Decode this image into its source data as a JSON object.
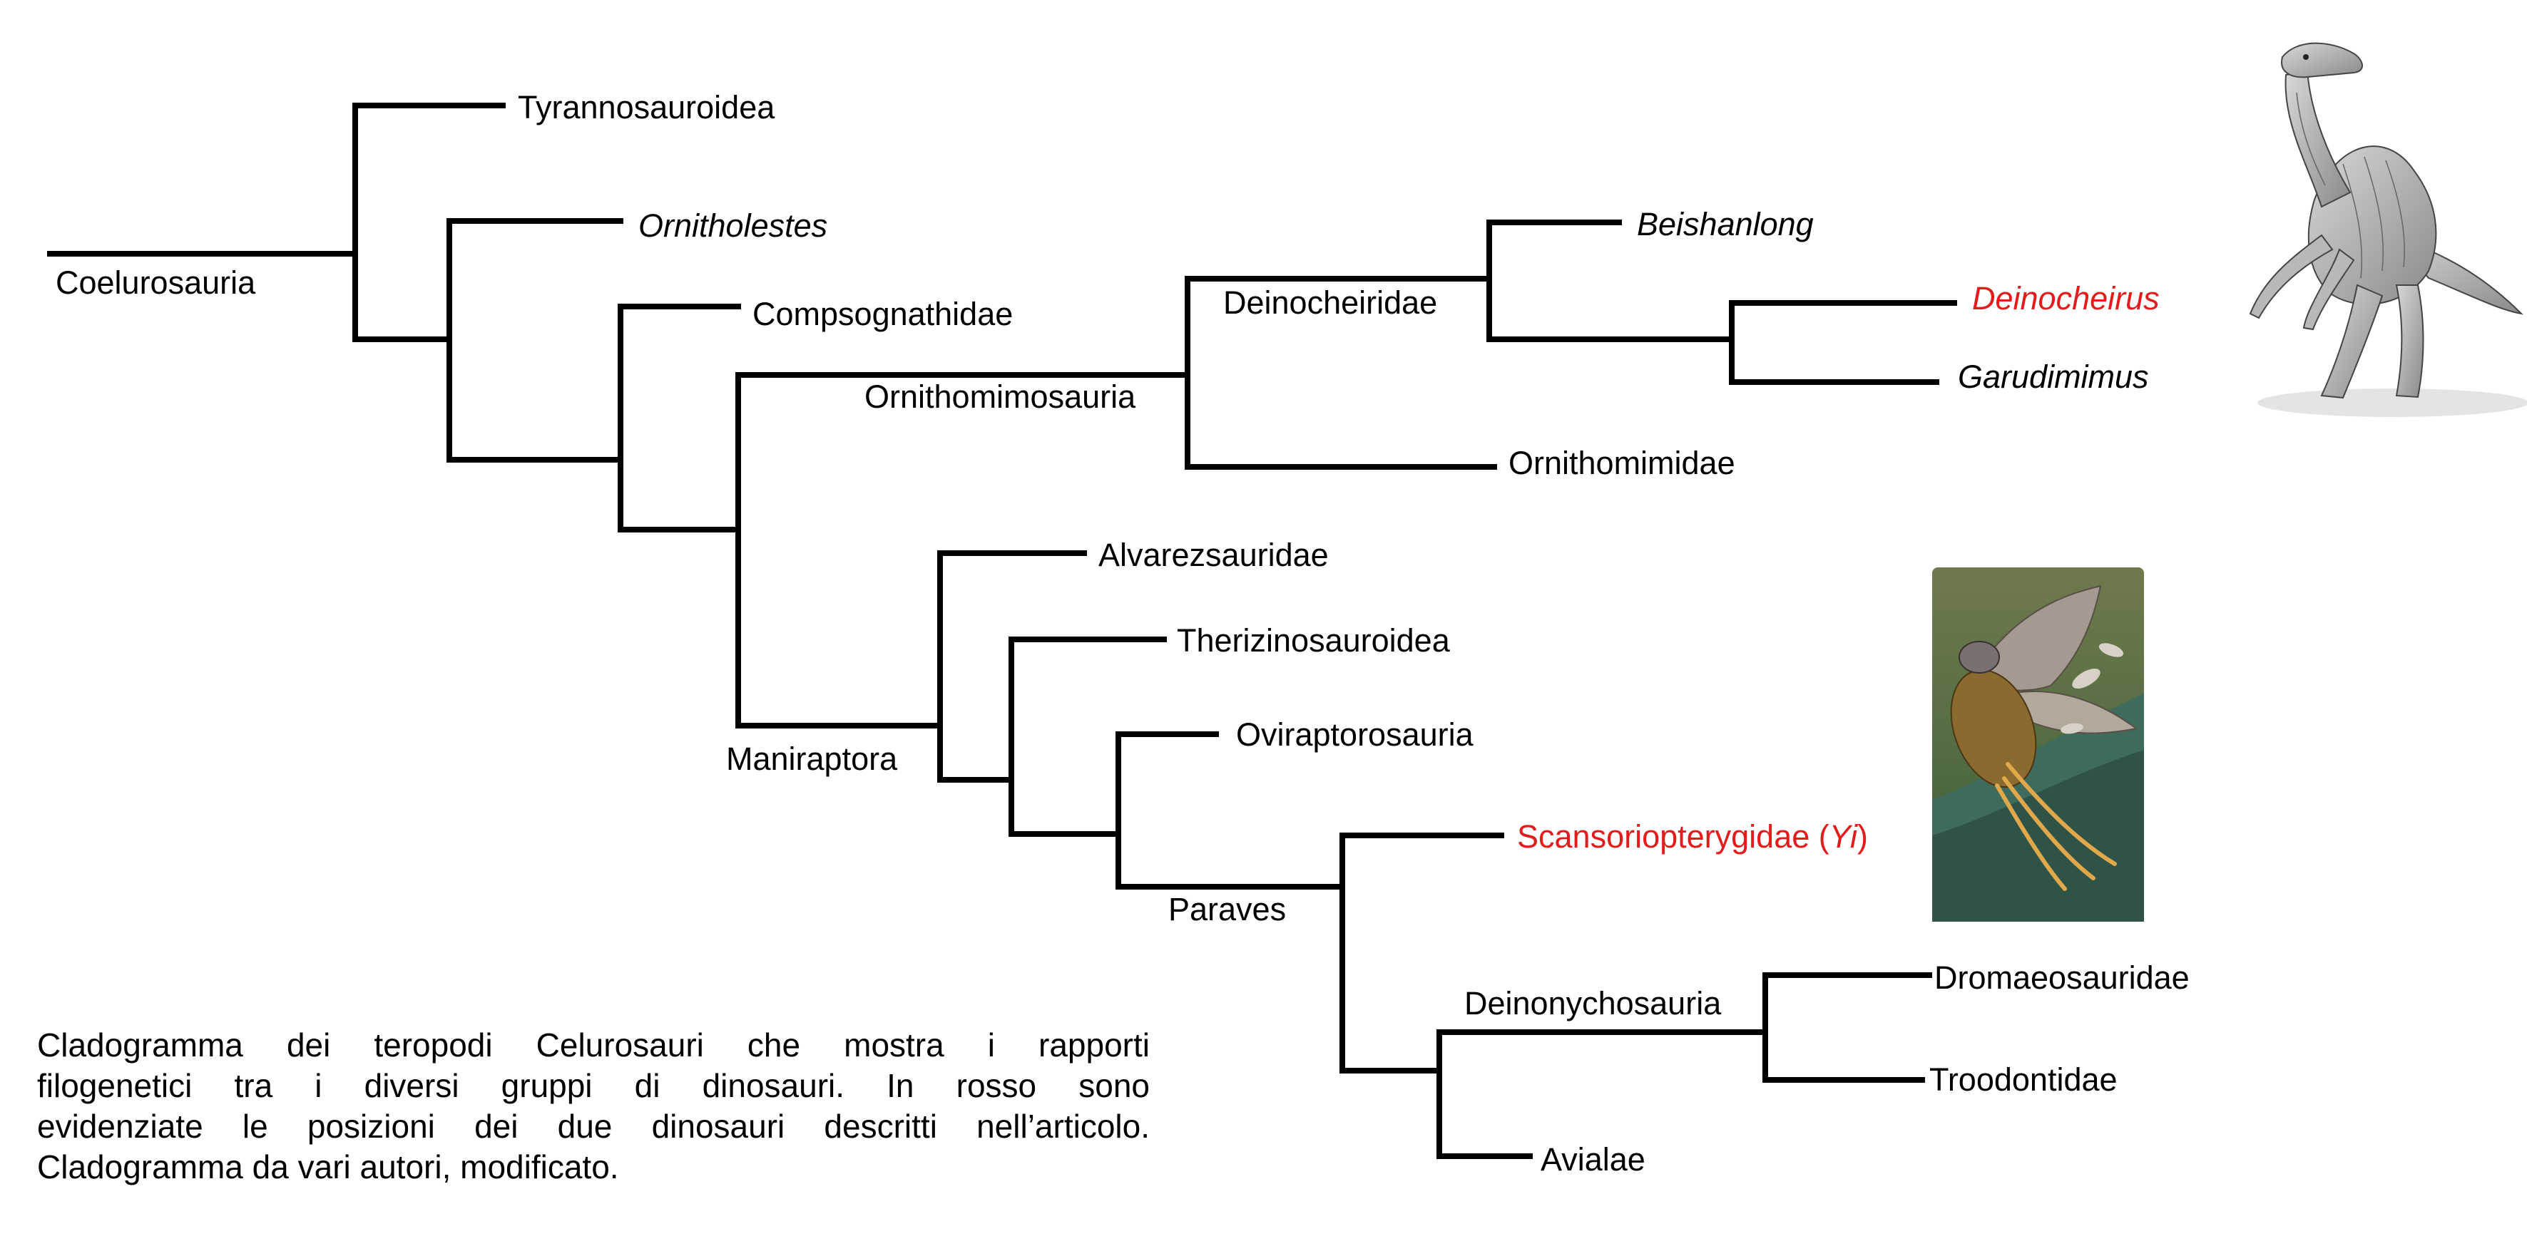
{
  "cladogram": {
    "root": "Coelurosauria",
    "clades": {
      "tyrannosauroidea": "Tyrannosauroidea",
      "ornitholestes": "Ornitholestes",
      "compsognathidae": "Compsognathidae",
      "ornithomimosauria": "Ornithomimosauria",
      "deinocheiridae": "Deinocheiridae",
      "beishanlong": "Beishanlong",
      "deinocheirus": "Deinocheirus",
      "garudimimus": "Garudimimus",
      "ornithomimidae": "Ornithomimidae",
      "maniraptora": "Maniraptora",
      "alvarezsauridae": "Alvarezsauridae",
      "therizinosauroidea": "Therizinosauroidea",
      "oviraptorosauria": "Oviraptorosauria",
      "paraves": "Paraves",
      "scansoriopterygidae": "Scansoriopterygidae (",
      "yi": "Yi",
      "scansoriopterygidae_close": ")",
      "deinonychosauria": "Deinonychosauria",
      "dromaeosauridae": "Dromaeosauridae",
      "troodontidae": "Troodontidae",
      "avialae": "Avialae"
    },
    "highlight_color": "#e31b1b",
    "line_color": "#000000"
  },
  "caption": {
    "line1": "Cladogramma dei teropodi Celurosauri che mostra i rapporti",
    "line2": "filogenetici tra i diversi gruppi di dinosauri. In rosso sono",
    "line3": "evidenziate le posizioni dei due dinosauri descritti nell’articolo.",
    "line4": "Cladogramma da vari autori, modificato."
  },
  "illustrations": {
    "deinocheirus": "deinocheirus-drawing",
    "yi": "yi-painting"
  }
}
